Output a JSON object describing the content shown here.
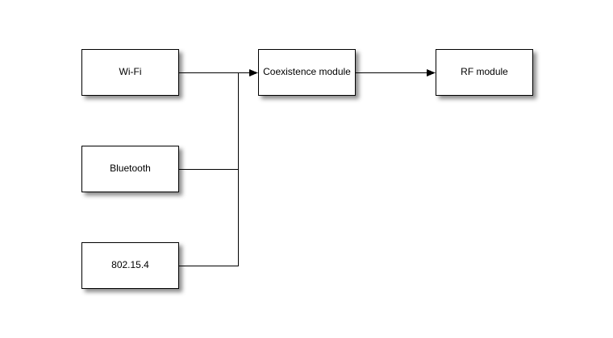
{
  "diagram": {
    "type": "block-diagram",
    "nodes": [
      {
        "id": "wifi",
        "label": "Wi-Fi"
      },
      {
        "id": "bluetooth",
        "label": "Bluetooth"
      },
      {
        "id": "ieee-802-15-4",
        "label": "802.15.4"
      },
      {
        "id": "coexistence-module",
        "label": "Coexistence module"
      },
      {
        "id": "rf-module",
        "label": "RF module"
      }
    ],
    "edges": [
      {
        "from": "Wi-Fi",
        "to": "Coexistence module",
        "arrow": true
      },
      {
        "from": "Bluetooth",
        "to": "Coexistence module",
        "arrow": true
      },
      {
        "from": "802.15.4",
        "to": "Coexistence module",
        "arrow": true
      },
      {
        "from": "Coexistence module",
        "to": "RF module",
        "arrow": true
      }
    ],
    "colors": {
      "background": "#ffffff",
      "block_fill": "#ffffff",
      "block_border": "#000000",
      "wire": "#000000",
      "text": "#000000"
    }
  }
}
